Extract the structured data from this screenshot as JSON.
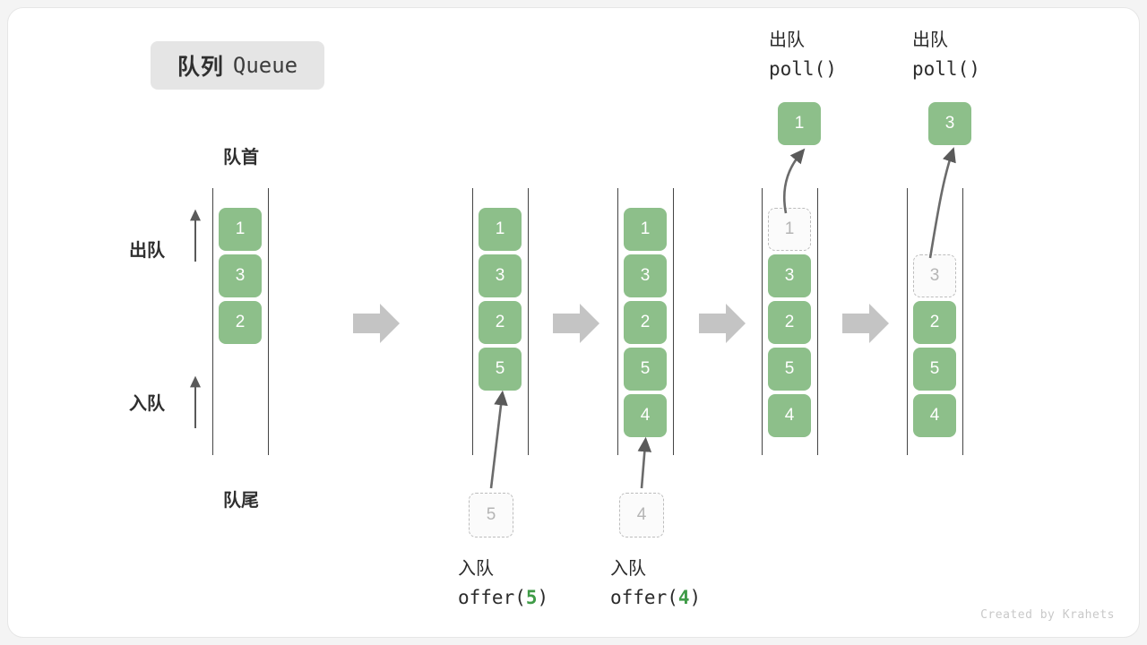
{
  "title": {
    "cn": "队列",
    "en": "Queue"
  },
  "labels": {
    "head": "队首",
    "tail": "队尾",
    "dequeue": "出队",
    "enqueue": "入队"
  },
  "credit": "Created by Krahets",
  "colors": {
    "box_fill": "#8dbf8a",
    "box_text": "#ffffff",
    "ghost_border": "#bdbdbd",
    "ghost_text": "#b5b5b5",
    "rail": "#444444",
    "arrow_gray": "#c4c4c4",
    "accent_green": "#3f9b47",
    "badge_bg": "#e5e5e5",
    "card_bg": "#ffffff",
    "page_bg": "#f4f4f4"
  },
  "columns": [
    {
      "id": "state-initial",
      "slots": [
        {
          "value": "1",
          "state": "filled"
        },
        {
          "value": "3",
          "state": "filled"
        },
        {
          "value": "2",
          "state": "filled"
        }
      ]
    },
    {
      "id": "state-after-offer-5",
      "slots": [
        {
          "value": "1",
          "state": "filled"
        },
        {
          "value": "3",
          "state": "filled"
        },
        {
          "value": "2",
          "state": "filled"
        },
        {
          "value": "5",
          "state": "filled"
        }
      ]
    },
    {
      "id": "state-after-offer-4",
      "slots": [
        {
          "value": "1",
          "state": "filled"
        },
        {
          "value": "3",
          "state": "filled"
        },
        {
          "value": "2",
          "state": "filled"
        },
        {
          "value": "5",
          "state": "filled"
        },
        {
          "value": "4",
          "state": "filled"
        }
      ]
    },
    {
      "id": "state-poll-1",
      "slots": [
        {
          "value": "1",
          "state": "ghost"
        },
        {
          "value": "3",
          "state": "filled"
        },
        {
          "value": "2",
          "state": "filled"
        },
        {
          "value": "5",
          "state": "filled"
        },
        {
          "value": "4",
          "state": "filled"
        }
      ]
    },
    {
      "id": "state-poll-3",
      "slots": [
        {
          "value": "",
          "state": "empty"
        },
        {
          "value": "3",
          "state": "ghost"
        },
        {
          "value": "2",
          "state": "filled"
        },
        {
          "value": "5",
          "state": "filled"
        },
        {
          "value": "4",
          "state": "filled"
        }
      ]
    }
  ],
  "operations": {
    "offer_5": {
      "name": "入队",
      "call": "offer(",
      "arg": "5",
      "call_end": ")",
      "preview_value": "5"
    },
    "offer_4": {
      "name": "入队",
      "call": "offer(",
      "arg": "4",
      "call_end": ")",
      "preview_value": "4"
    },
    "poll_1": {
      "name": "出队",
      "call": "poll()",
      "result_value": "1"
    },
    "poll_3": {
      "name": "出队",
      "call": "poll()",
      "result_value": "3"
    }
  }
}
